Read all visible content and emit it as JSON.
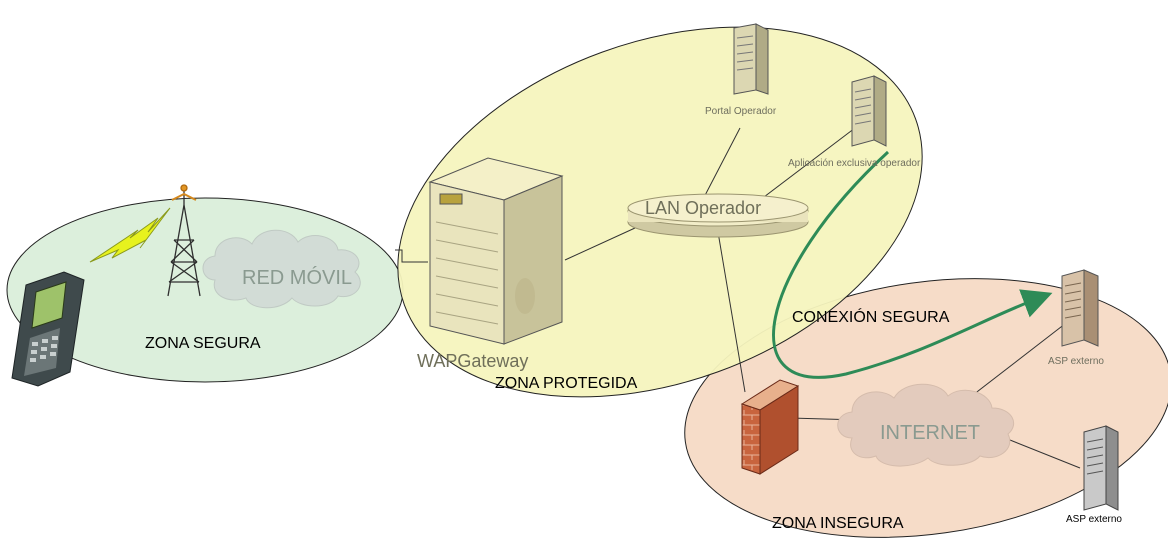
{
  "zones": {
    "segura": "ZONA SEGURA",
    "protegida": "ZONA PROTEGIDA",
    "insegura": "ZONA INSEGURA"
  },
  "clouds": {
    "red_movil": "RED MÓVIL",
    "internet": "INTERNET"
  },
  "nodes": {
    "gateway": "WAPGateway",
    "lan": "LAN Operador",
    "portal": "Portal Operador",
    "app_exclusiva": "Aplicación exclusiva operador",
    "asp1": "ASP externo",
    "asp2": "ASP externo"
  },
  "connection_label": "CONEXIÓN SEGURA",
  "colors": {
    "zona_segura": "#dbefdc",
    "zona_protegida": "#f5f3be",
    "zona_insegura": "#f6dcc8",
    "arrow": "#2e8b57",
    "firewall": "#c0603c",
    "server": "#e8e3bb"
  }
}
